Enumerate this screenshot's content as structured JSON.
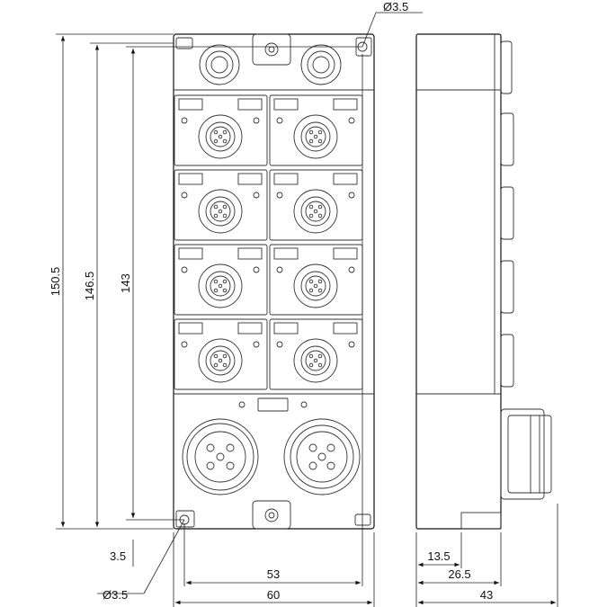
{
  "drawing": {
    "hole_dia_top": "Ø3.5",
    "hole_dia_bottom": "Ø3.5",
    "height_total": "150.5",
    "height_mid": "146.5",
    "height_hole": "143",
    "offset_bottom": "3.5",
    "width_holes": "53",
    "width_total": "60",
    "side_offset_1": "13.5",
    "side_offset_2": "26.5",
    "side_depth": "43"
  }
}
